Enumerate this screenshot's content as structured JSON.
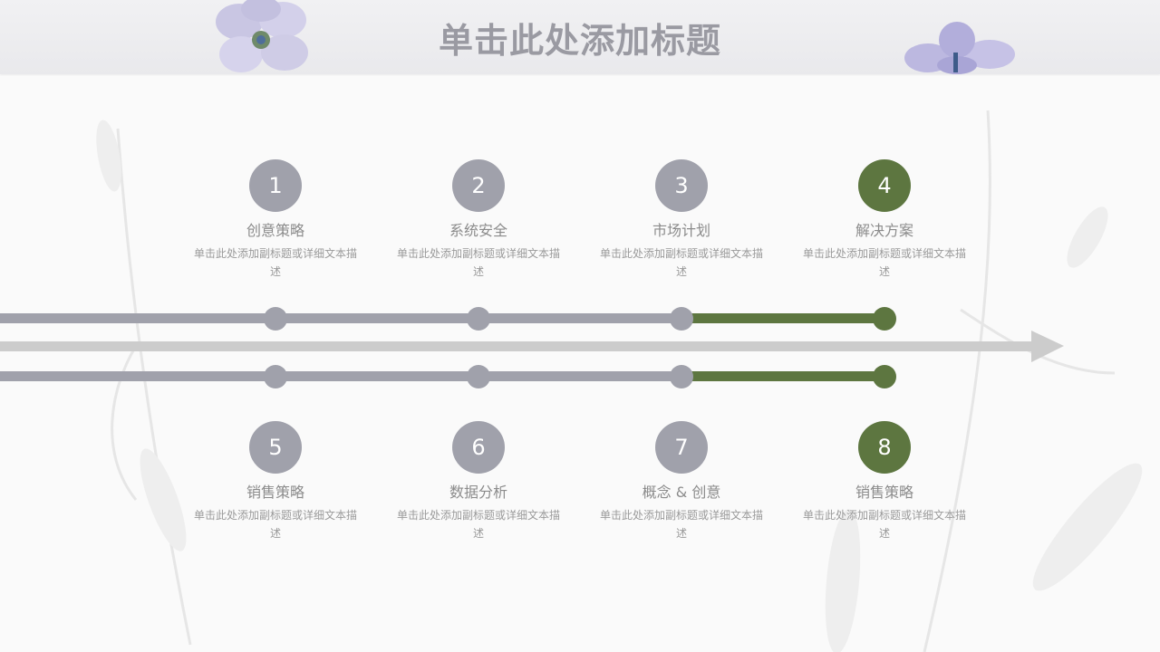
{
  "slide": {
    "title": "单击此处添加标题"
  },
  "colors": {
    "gray": "#a0a1ab",
    "green": "#5d7640",
    "arrow": "#cccccc",
    "title": "#9a9aa2"
  },
  "steps_top": [
    {
      "number": "1",
      "title": "创意策略",
      "desc": "单击此处添加副标题或详细文本描述",
      "color": "gray"
    },
    {
      "number": "2",
      "title": "系统安全",
      "desc": "单击此处添加副标题或详细文本描述",
      "color": "gray"
    },
    {
      "number": "3",
      "title": "市场计划",
      "desc": "单击此处添加副标题或详细文本描述",
      "color": "gray"
    },
    {
      "number": "4",
      "title": "解决方案",
      "desc": "单击此处添加副标题或详细文本描述",
      "color": "green"
    }
  ],
  "steps_bottom": [
    {
      "number": "5",
      "title": "销售策略",
      "desc": "单击此处添加副标题或详细文本描述",
      "color": "gray"
    },
    {
      "number": "6",
      "title": "数据分析",
      "desc": "单击此处添加副标题或详细文本描述",
      "color": "gray"
    },
    {
      "number": "7",
      "title": "概念 & 创意",
      "desc": "单击此处添加副标题或详细文本描述",
      "color": "gray"
    },
    {
      "number": "8",
      "title": "销售策略",
      "desc": "单击此处添加副标题或详细文本描述",
      "color": "green"
    }
  ]
}
